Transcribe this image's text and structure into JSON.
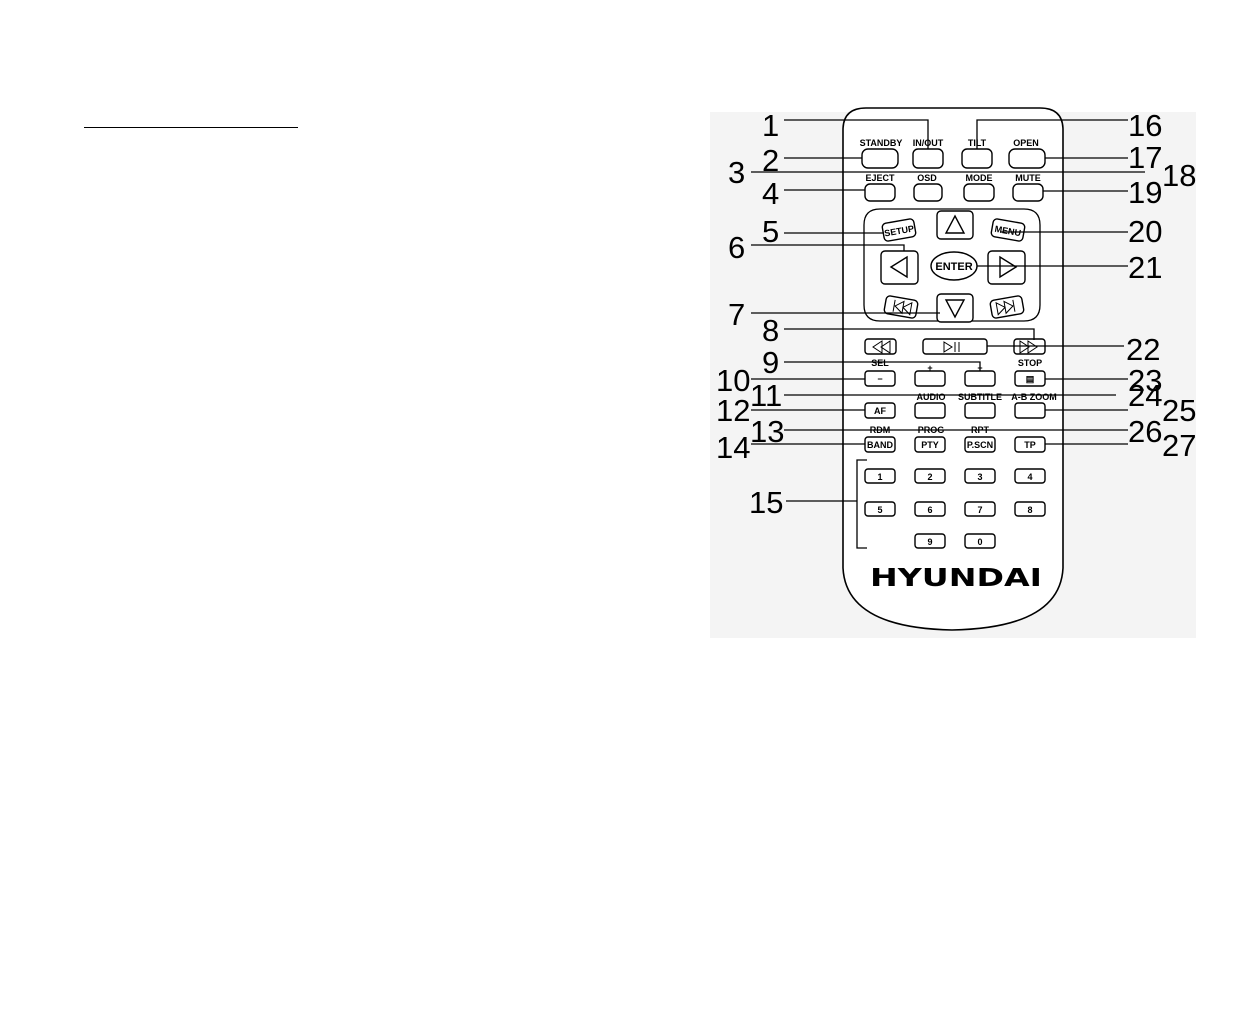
{
  "brand": "HYUNDAI",
  "colors": {
    "background": "#ffffff",
    "panel": "#f4f4f4",
    "ink": "#000000",
    "button_fill": "#ffffff"
  },
  "remote": {
    "top_labels": {
      "standby": "STANDBY",
      "in_out": "IN/OUT",
      "tilt": "TILT",
      "open": "OPEN",
      "eject": "EJECT",
      "osd": "OSD",
      "mode": "MODE",
      "mute": "MUTE",
      "sel": "SEL",
      "stop": "STOP",
      "audio": "AUDIO",
      "subtitle": "SUBTITLE",
      "ab_zoom": "A-B ZOOM",
      "rdm": "RDM",
      "prog": "PROG",
      "rpt": "RPT"
    },
    "nav": {
      "setup": "SETUP",
      "menu": "MENU",
      "enter": "ENTER"
    },
    "button_text": {
      "minus": "−",
      "plus_a": "+",
      "plus_b": "+",
      "stop_sym": "▤",
      "af": "AF",
      "band": "BAND",
      "pty": "PTY",
      "pscn": "P.SCN",
      "tp": "TP"
    },
    "digits": [
      "1",
      "2",
      "3",
      "4",
      "5",
      "6",
      "7",
      "8",
      "9",
      "0"
    ],
    "icons": {
      "up": "up-triangle-icon",
      "down": "down-triangle-icon",
      "left": "left-triangle-icon",
      "right": "right-triangle-icon",
      "prev": "skip-previous-icon",
      "next": "skip-next-icon",
      "rewind": "rewind-icon",
      "forward": "fast-forward-icon",
      "play_pause": "play-pause-icon"
    }
  },
  "callouts": [
    "1",
    "2",
    "3",
    "4",
    "5",
    "6",
    "7",
    "8",
    "9",
    "10",
    "11",
    "12",
    "13",
    "14",
    "15",
    "16",
    "17",
    "18",
    "19",
    "20",
    "21",
    "22",
    "23",
    "24",
    "25",
    "26",
    "27"
  ]
}
